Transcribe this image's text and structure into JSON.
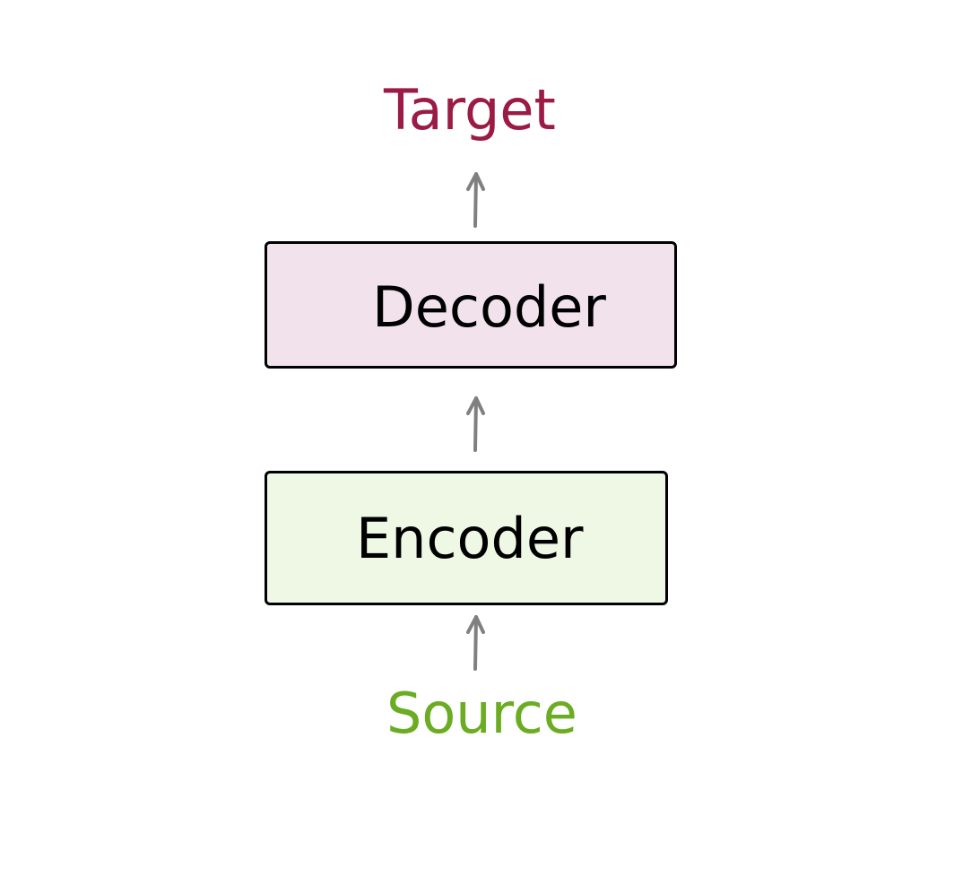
{
  "diagram": {
    "target_label": "Target",
    "decoder_label": "Decoder",
    "encoder_label": "Encoder",
    "source_label": "Source"
  },
  "colors": {
    "target_text": "#9b1b45",
    "source_text": "#6aac22",
    "decoder_fill": "#f1e2ec",
    "encoder_fill": "#eff8e5",
    "arrow": "#808080",
    "box_border": "#000000"
  }
}
